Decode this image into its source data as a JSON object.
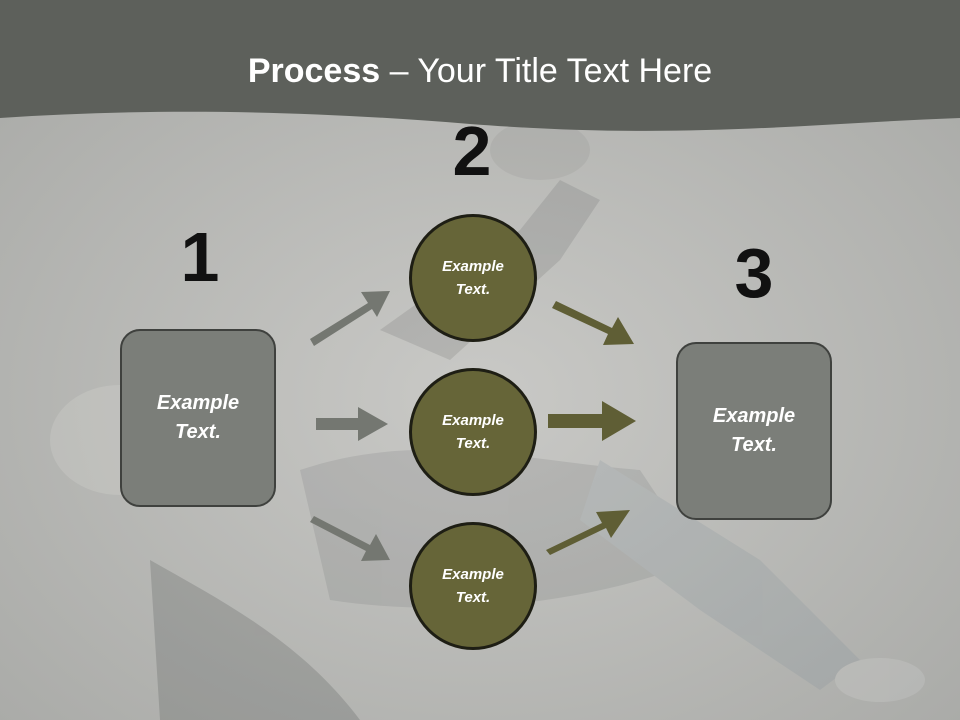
{
  "title": {
    "bold": "Process",
    "rest": " – Your Title Text Here"
  },
  "steps": {
    "one": "1",
    "two": "2",
    "three": "3"
  },
  "left_box": {
    "line1": "Example",
    "line2": "Text."
  },
  "right_box": {
    "line1": "Example",
    "line2": "Text."
  },
  "circles": [
    {
      "line1": "Example",
      "line2": "Text."
    },
    {
      "line1": "Example",
      "line2": "Text."
    },
    {
      "line1": "Example",
      "line2": "Text."
    }
  ],
  "colors": {
    "header_band": "#5d605b",
    "gray_arrow": "#747771",
    "olive_arrow": "#5f5e35",
    "circle_fill": "#666538",
    "box_fill": "#7b7e79"
  }
}
